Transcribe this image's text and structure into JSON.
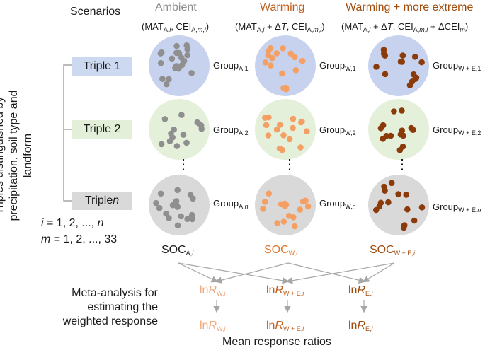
{
  "scenarios_label": "Scenarios",
  "columns": [
    {
      "title": "Ambient",
      "formula_html": "(MAT<sub>A,<i>i</i></sub>, CEI<sub>A,<i>m</i>,<i>i</i></sub>)"
    },
    {
      "title": "Warming",
      "formula_html": "(MAT<sub>A,<i>i</i></sub> + Δ<i>T</i>, CEI<sub>A,<i>m</i>,<i>i</i></sub>)"
    },
    {
      "title": "Warming + more extreme",
      "formula_html": "(MAT<sub>A,<i>i</i></sub> + Δ<i>T</i>, CEI<sub>A,<i>m</i>,<i>i</i></sub> + ΔCEI<sub><i>m</i></sub>)"
    }
  ],
  "side_label": "Triples distinguished by precipitation, soil type and landform",
  "rows": [
    {
      "label_html": "Triple 1",
      "groups_html": [
        "Group<sub>A,1</sub>",
        "Group<sub>W,1</sub>",
        "Group<sub>W + E,1</sub>"
      ]
    },
    {
      "label_html": "Triple 2",
      "groups_html": [
        "Group<sub>A,2</sub>",
        "Group<sub>W,2</sub>",
        "Group<sub>W + E,2</sub>"
      ]
    },
    {
      "label_html": "Triple <i>n</i>",
      "groups_html": [
        "Group<sub>A,<i>n</i></sub>",
        "Group<sub>W,<i>n</i></sub>",
        "Group<sub>W + E,<i>n</i></sub>"
      ]
    }
  ],
  "ellipsis": "⋮",
  "index_i_html": "<i>i</i> = 1, 2, ..., <i>n</i>",
  "index_m_html": "<i>m</i> = 1, 2, ..., 33",
  "soc_html": [
    "SOC<sub>A,<i>i</i></sub>",
    "SOC<sub>W,<i>i</i></sub>",
    "SOC<sub>W + E,<i>i</i></sub>"
  ],
  "meta_label": "Meta-analysis for\nestimating the\nweighted response",
  "lnr_html": [
    "ln<i>R</i><sub>W,<i>i</i></sub>",
    "ln<i>R</i><sub>W + E,<i>i</i></sub>",
    "ln<i>R</i><sub>E,<i>i</i></sub>"
  ],
  "mean_lnr_html": [
    "ln<i>R</i><sub>W,<i>i</i></sub>",
    "ln<i>R</i><sub>W + E,<i>i</i></sub>",
    "ln<i>R</i><sub>E,<i>i</i></sub>"
  ],
  "mean_label": "Mean response ratios",
  "colors": {
    "ambient_title": "#8c8c8c",
    "warming_title": "#e0742a",
    "extreme_title": "#a04a0c",
    "circle_triple1": "#c7d3ee",
    "circle_triple2": "#e4f0da",
    "circle_triplen": "#d9d9d9",
    "dot_ambient": "#8f8f8f",
    "dot_warming": "#f4a064",
    "dot_extreme": "#8b3a0a",
    "label_box_1": "#cdd9f0",
    "label_box_2": "#e3efd8",
    "label_box_n": "#d9d9d9",
    "arrow": "#a6a6a6"
  }
}
